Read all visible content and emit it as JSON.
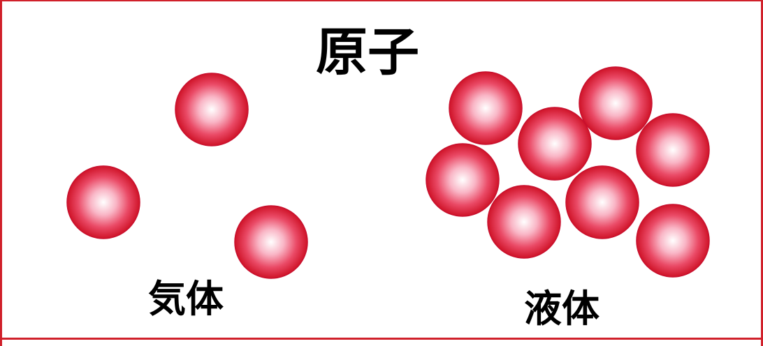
{
  "title": "原子",
  "states": [
    {
      "label": "気体",
      "atom_count": 3
    },
    {
      "label": "液体",
      "atom_count": 8
    }
  ],
  "colors": {
    "frame": "#d0202a",
    "atom_center": "#ffffff",
    "atom_mid": "#f06a8a",
    "atom_edge": "#d2192d",
    "atom_outline": "#c8102e"
  }
}
